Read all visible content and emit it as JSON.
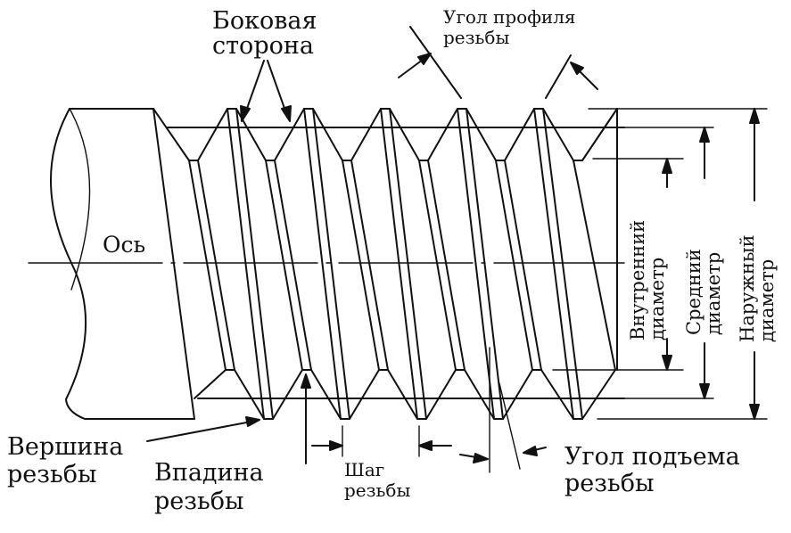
{
  "labels": {
    "flank": [
      "Боковая",
      "сторона"
    ],
    "profile_angle": [
      "Угол профиля",
      "резьбы"
    ],
    "axis": "Ось",
    "crest": [
      "Вершина",
      "резьбы"
    ],
    "root": [
      "Впадина",
      "резьбы"
    ],
    "pitch": [
      "Шаг",
      "резьбы"
    ],
    "lead_angle": [
      "Угол подъема",
      "резьбы"
    ],
    "minor_diameter": [
      "Внутренний",
      "диаметр"
    ],
    "pitch_diameter": [
      "Средний",
      "диаметр"
    ],
    "major_diameter": [
      "Наружный",
      "диаметр"
    ]
  },
  "colors": {
    "ink": "#111111",
    "background": "#ffffff"
  }
}
